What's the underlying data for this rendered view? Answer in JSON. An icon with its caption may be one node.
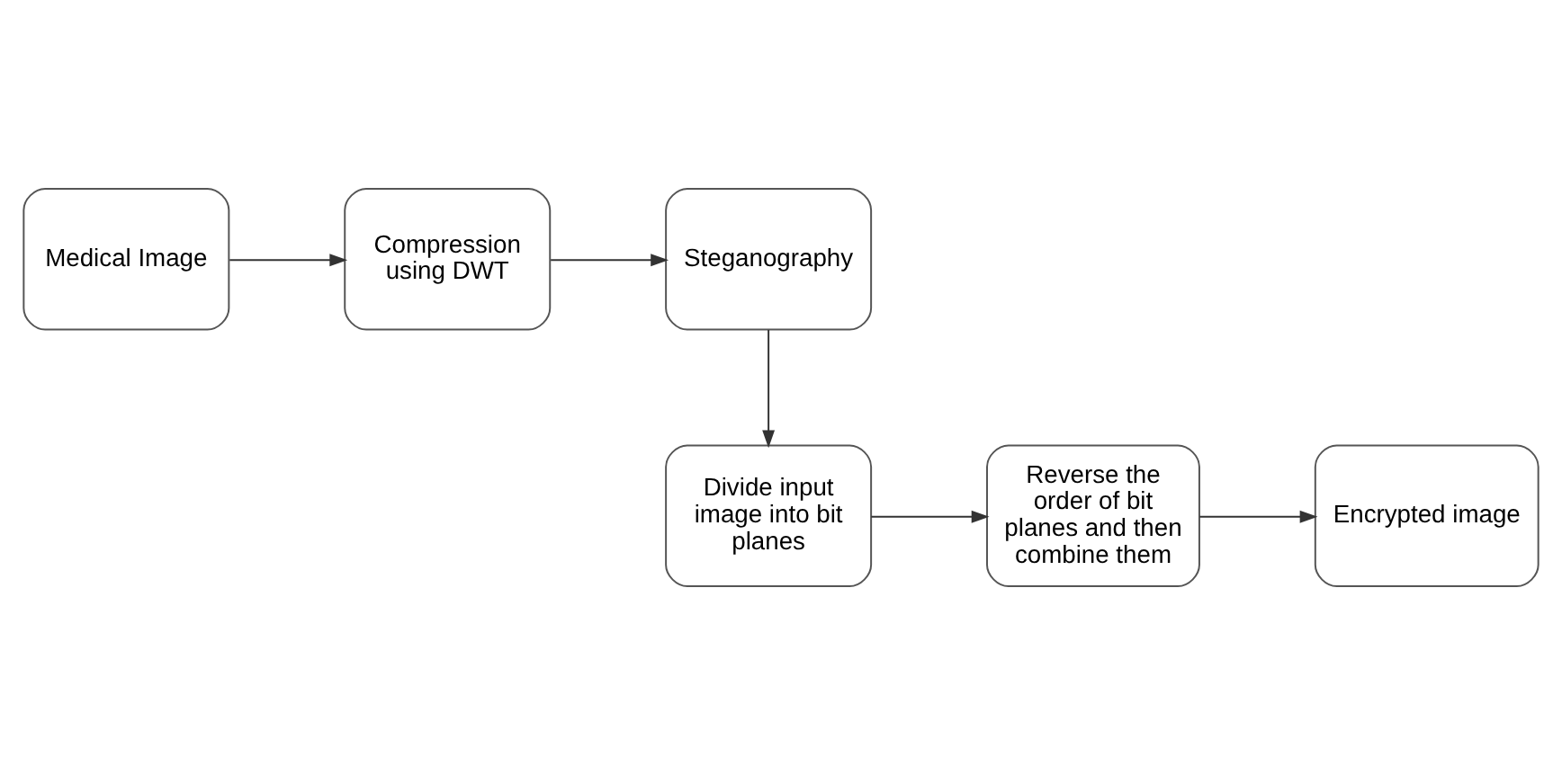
{
  "diagram": {
    "nodes": [
      {
        "text": [
          "Medical Image"
        ]
      },
      {
        "text": [
          "Compression using DWT"
        ]
      },
      {
        "text": [
          "Steganography"
        ]
      },
      {
        "text": [
          "Encrypted image"
        ]
      },
      {
        "text": [
          "Reverse the order of bit planes and then combine them"
        ]
      },
      {
        "text": [
          "Divide input image into bit planes"
        ]
      }
    ],
    "edges": [
      {
        "from": 0,
        "to": 1,
        "arrow": "to"
      },
      {
        "from": 1,
        "to": 2,
        "arrow": "to"
      },
      {
        "from": 2,
        "to": 5,
        "arrow": "to"
      },
      {
        "from": 5,
        "to": 4,
        "arrow": "to"
      },
      {
        "from": 4,
        "to": 3,
        "arrow": "to"
      }
    ]
  }
}
